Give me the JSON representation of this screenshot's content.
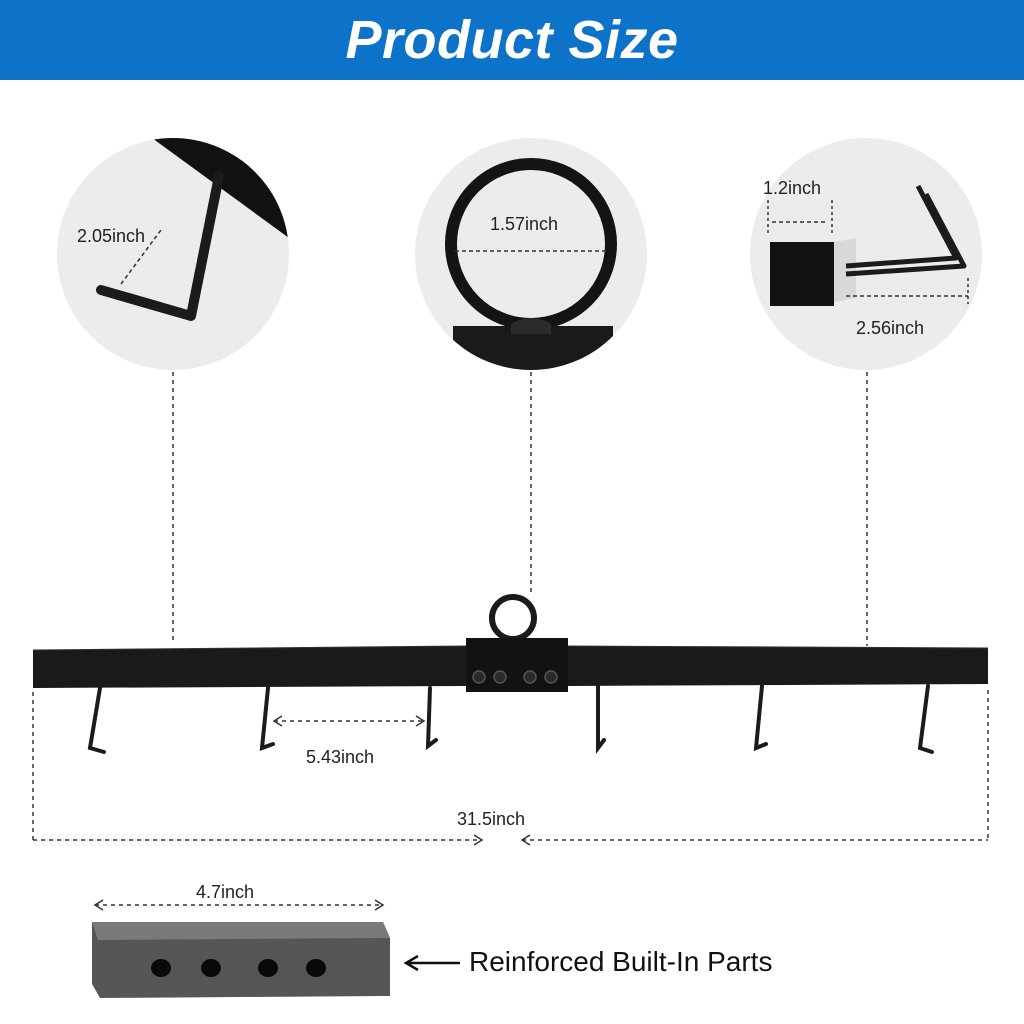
{
  "header": {
    "title": "Product Size"
  },
  "details": {
    "hook_length": "2.05inch",
    "ring_diameter": "1.57inch",
    "bar_width": "1.2inch",
    "hook_depth": "2.56inch"
  },
  "rack": {
    "hook_spacing": "5.43inch",
    "total_length": "31.5inch"
  },
  "insert": {
    "length": "4.7inch",
    "callout": "Reinforced Built-In Parts"
  },
  "colors": {
    "banner": "#0d73c9",
    "metal": "#1b1b1b",
    "circle_bg": "#ececec"
  }
}
